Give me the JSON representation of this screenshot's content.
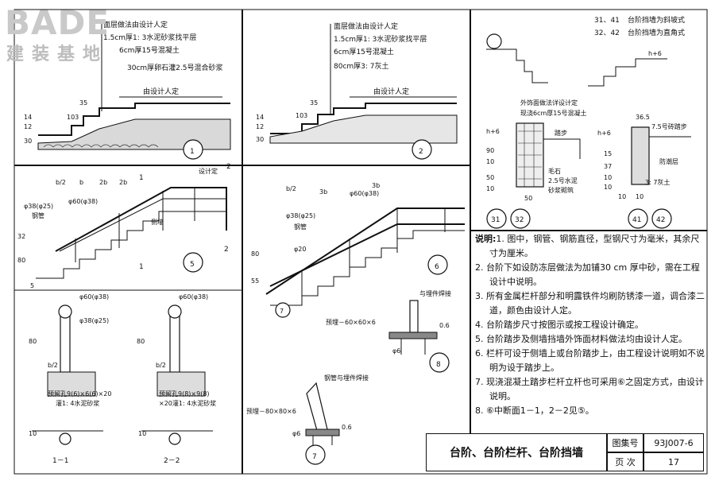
{
  "logo": {
    "brand": "BADE",
    "subtitle": "建装基地"
  },
  "detail1": {
    "notes": [
      "面层做法由设计人定",
      "1.5cm厚1: 3水泥砂浆找平层",
      "6cm厚15号混凝土",
      "30cm厚卵石灌2.5号混合砂浆"
    ],
    "label_center": "由设计人定",
    "dims": [
      "35",
      "103",
      "14",
      "12",
      "30"
    ],
    "id": "1"
  },
  "detail2": {
    "notes": [
      "面层做法由设计人定",
      "1.5cm厚1: 3水泥砂浆找平层",
      "6cm厚15号混凝土",
      "80cm厚3: 7灰土"
    ],
    "label_center": "由设计人定",
    "dims": [
      "35",
      "103",
      "14",
      "12",
      "30"
    ],
    "id": "2"
  },
  "detail31": {
    "legend": [
      {
        "ref": "31、41",
        "text": "台阶挡墙为斜坡式"
      },
      {
        "ref": "32、42",
        "text": "台阶挡墙为直角式"
      }
    ],
    "callout": "外饰面做法详设计定",
    "concrete": "现浇6cm厚15号混凝土",
    "step_label": "踏步",
    "rubble": "毛石",
    "mortar1": "2.5号水泥",
    "mortar2": "砂浆砌筑",
    "dims_left": [
      "h+6",
      "90",
      "10",
      "50",
      "10"
    ],
    "width": "50",
    "id_a": "31",
    "id_b": "32"
  },
  "detail41": {
    "brick": "7.5号砖踏步",
    "damp": "防潮层",
    "base": "3: 7灰土",
    "dims_left": [
      "h+6",
      "15",
      "37",
      "10",
      "10"
    ],
    "top": "36.5",
    "widths": [
      "10",
      "10"
    ],
    "id_a": "41",
    "id_b": "42",
    "h6": "h+6"
  },
  "detail5": {
    "marks": [
      "b/2",
      "b",
      "2b",
      "2b",
      "设计定"
    ],
    "pipe_top": "φ60(φ38)",
    "pipe_mid": "φ38(φ25)",
    "steel": "钢管",
    "side": "侧墙",
    "dims": [
      "32",
      "80",
      "5"
    ],
    "sec_ids": [
      "1",
      "1",
      "2",
      "2"
    ],
    "id": "5"
  },
  "detail6": {
    "marks": [
      "b/2",
      "3b",
      "3b"
    ],
    "pipe_top": "φ60(φ38)",
    "pipe_mid": "φ38(φ25)",
    "steel": "钢管",
    "rail": "φ20",
    "dims": [
      "55",
      "80"
    ],
    "id": "6",
    "detail_ref": "7"
  },
  "section11": {
    "pipe_top": "φ60(φ38)",
    "pipe_mid": "φ38(φ25)",
    "hole": "预留孔9(6)×6(6)×20",
    "grout": "灌1: 4水泥砂浆",
    "dims": [
      "80",
      "b/2",
      "10"
    ],
    "id": "1－1"
  },
  "section22": {
    "pipe_top": "φ60(φ38)",
    "hole": "预留孔9(8)×9(8)",
    "grout": "×20灌1: 4水泥砂浆",
    "dims": [
      "80",
      "b/2",
      "10"
    ],
    "id": "2－2"
  },
  "detail8": {
    "weld": "与埋件焊接",
    "plate": "预埋－60×60×6",
    "rod": "φ6",
    "dims": [
      "0.6"
    ],
    "id": "8"
  },
  "detail7": {
    "weld": "钢管与埋件焊接",
    "plate": "预埋－80×80×6",
    "rod": "φ6",
    "dims": [
      "0.6"
    ],
    "id": "7"
  },
  "notes": {
    "title": "说明:",
    "items": [
      "1. 图中，钢管、钢筋直径，型钢尺寸为毫米，其余尺寸为厘米。",
      "2. 台阶下如设防冻层做法为加铺30 cm 厚中砂，需在工程设计中说明。",
      "3. 所有金属栏杆部分和明露铁件均刷防锈漆一道，调合漆二道，颜色由设计人定。",
      "4. 台阶踏步尺寸按图示或按工程设计确定。",
      "5. 台阶踏步及侧墙挡墙外饰面材料做法均由设计人定。",
      "6. 栏杆可设于侧墙上或台阶踏步上，由工程设计说明如不说明为设于踏步上。",
      "7. 现浇混凝土踏步栏杆立杆也可采用⑥之固定方式，由设计说明。",
      "8. ⑥中断面1－1，2－2见⑤。"
    ]
  },
  "titleblock": {
    "title": "台阶、台阶栏杆、台阶挡墙",
    "atlas_label": "图集号",
    "atlas_value": "93J007-6",
    "page_label": "页 次",
    "page_value": "17"
  }
}
